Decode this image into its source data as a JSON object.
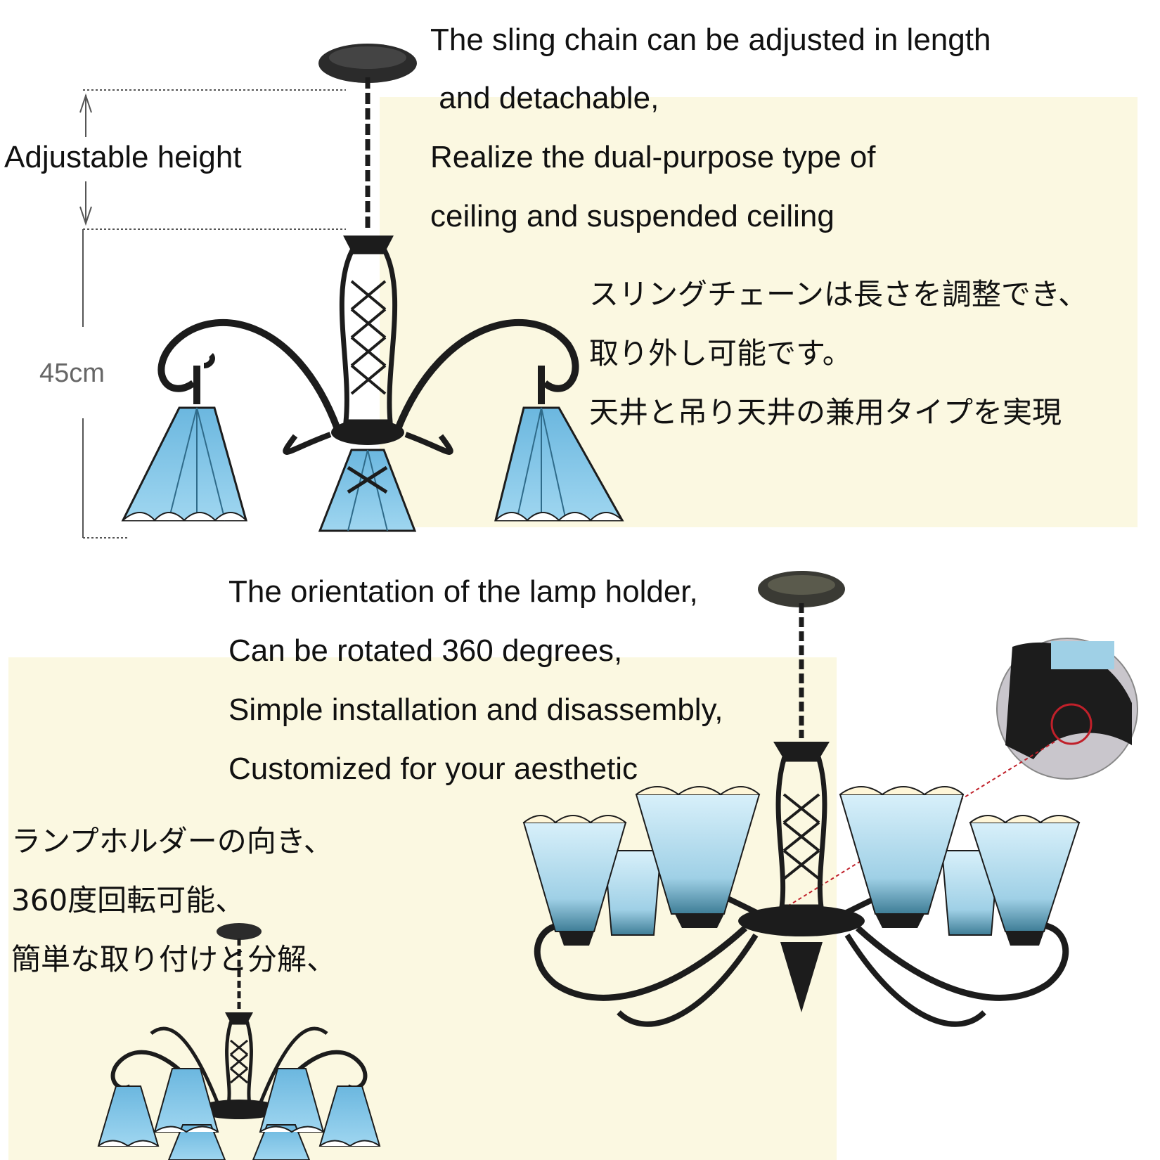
{
  "top": {
    "height_label": "Adjustable height",
    "dimension": "45cm",
    "en_lines": [
      "The sling chain can be adjusted in length",
      " and detachable,",
      "Realize the dual-purpose type of",
      "ceiling and suspended ceiling"
    ],
    "jp_lines": [
      "スリングチェーンは長さを調整でき、",
      "取り外し可能です。",
      "天井と吊り天井の兼用タイプを実現"
    ]
  },
  "bottom": {
    "en_lines": [
      "The orientation of the lamp holder,",
      "Can be rotated 360 degrees,",
      "Simple installation and disassembly,",
      "Customized for your aesthetic"
    ],
    "jp_lines": [
      "ランプホルダーの向き、",
      "360度回転可能、",
      "簡単な取り付けと分解、"
    ]
  },
  "colors": {
    "panel": "#fbf8e1",
    "glass": "#7fc3e6",
    "iron": "#1c1c1c"
  }
}
